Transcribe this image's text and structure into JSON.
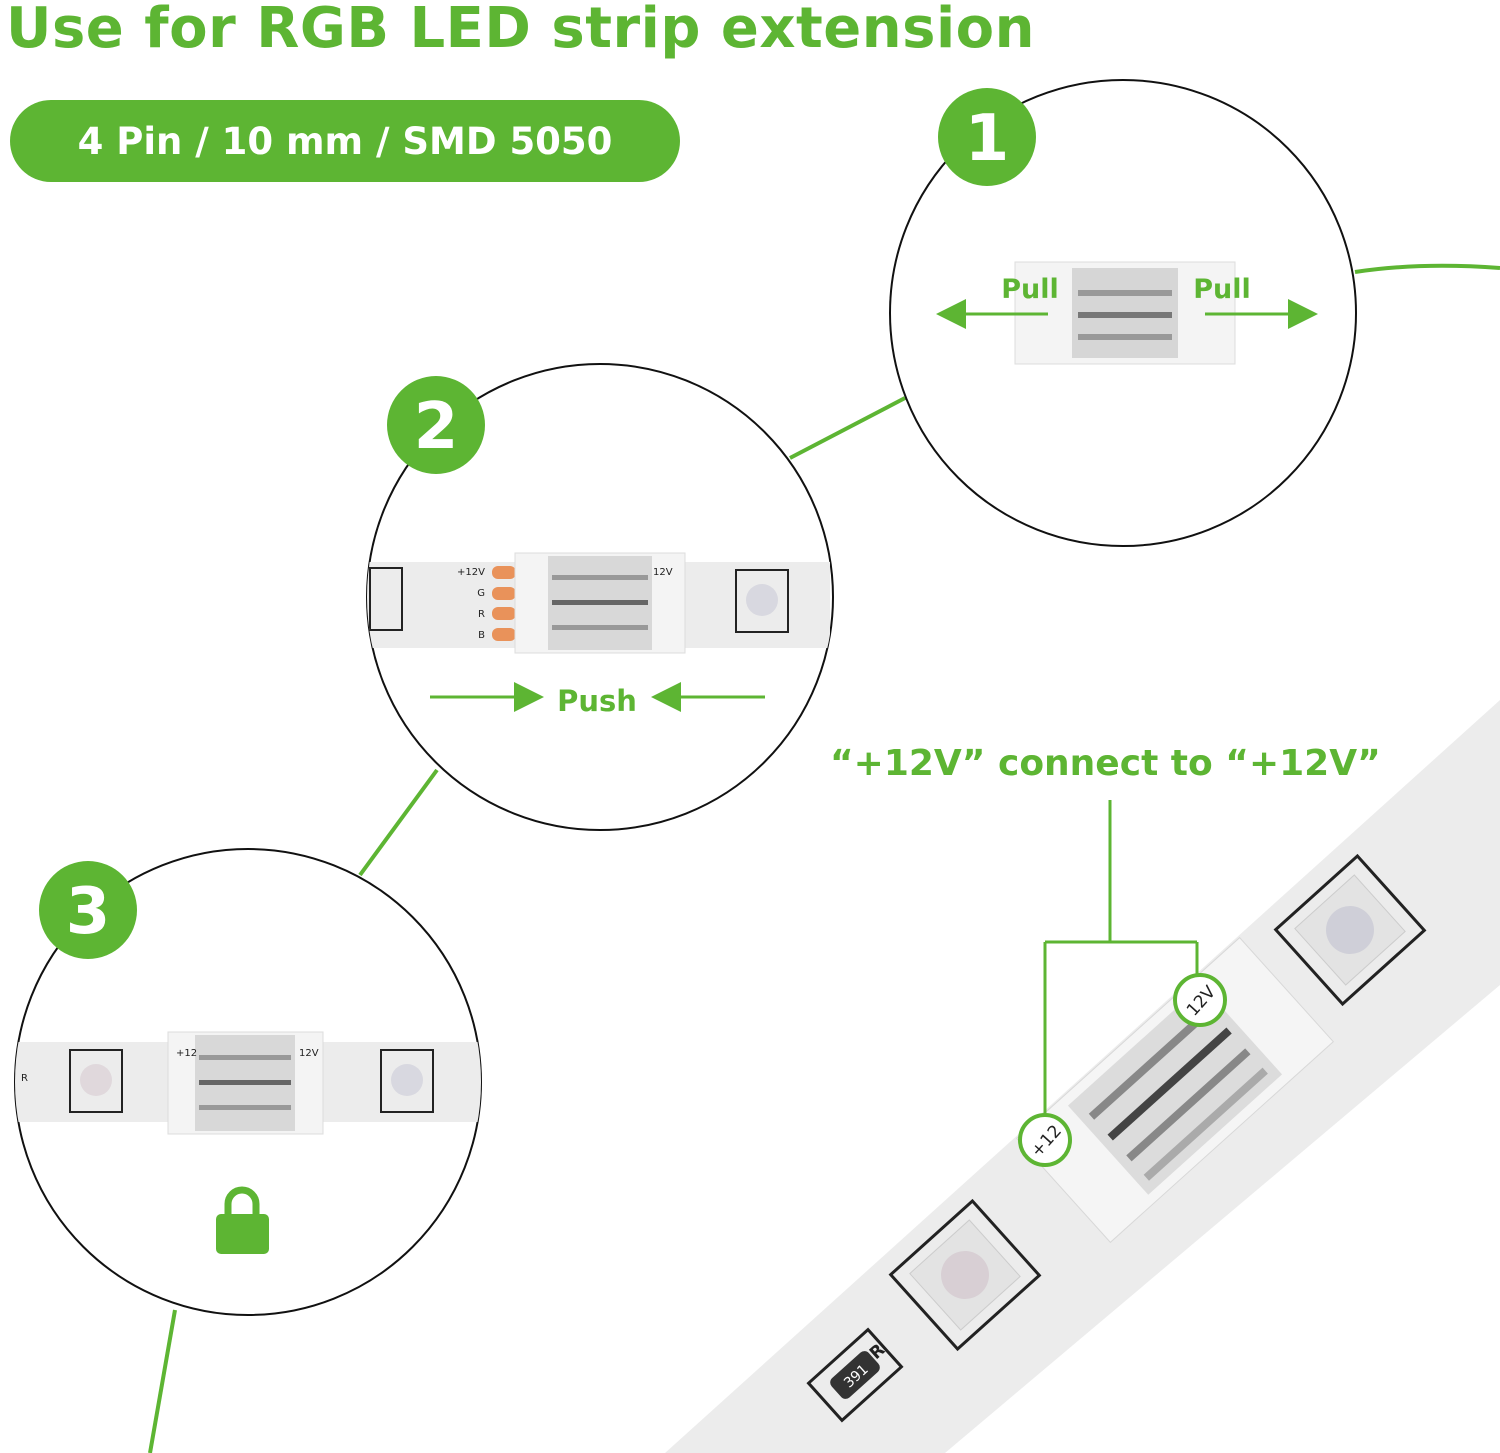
{
  "title": "Use for RGB LED strip extension",
  "spec_pill": "4 Pin / 10 mm / SMD 5050",
  "steps": [
    {
      "number": "1",
      "labels": [
        "Pull",
        "Pull"
      ]
    },
    {
      "number": "2",
      "label": "Push",
      "pins": [
        "+12V",
        "G",
        "R",
        "B"
      ],
      "right_label": "12V"
    },
    {
      "number": "3",
      "left_label": "+12",
      "right_label": "12V",
      "edge_label": "R",
      "icon": "lock-icon"
    }
  ],
  "detail": {
    "caption": "“+12V” connect to “+12V”",
    "marker_left": "+12",
    "marker_right": "12V",
    "resistor_code": "391",
    "resistor_label": "R"
  },
  "colors": {
    "accent": "#5db533",
    "pad": "#e9925a",
    "strip": "#ececec"
  }
}
